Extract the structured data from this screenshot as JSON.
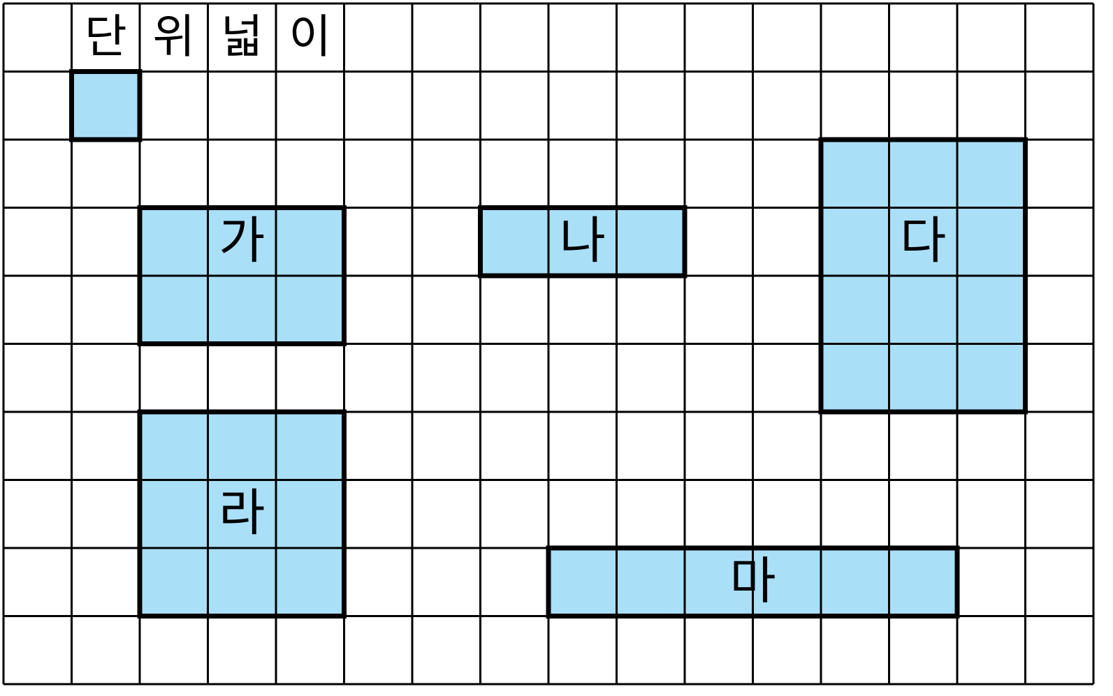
{
  "grid": {
    "columns": 16,
    "rows": 10
  },
  "colors": {
    "fill": "#aadff8",
    "line": "#000000",
    "background": "#ffffff"
  },
  "legend": {
    "text": "단위넓이",
    "characters": [
      "단",
      "위",
      "넓",
      "이"
    ],
    "unit_square": {
      "width_cells": 1,
      "height_cells": 1
    }
  },
  "shapes": [
    {
      "label": "가",
      "width_cells": 3,
      "height_cells": 2
    },
    {
      "label": "나",
      "width_cells": 3,
      "height_cells": 1
    },
    {
      "label": "다",
      "width_cells": 3,
      "height_cells": 4
    },
    {
      "label": "라",
      "width_cells": 3,
      "height_cells": 3
    },
    {
      "label": "마",
      "width_cells": 6,
      "height_cells": 1
    }
  ]
}
